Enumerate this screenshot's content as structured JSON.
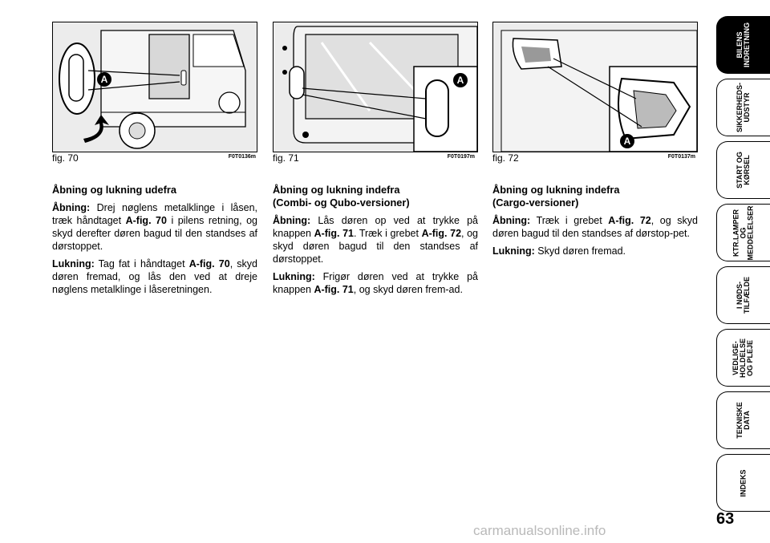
{
  "figures": [
    {
      "label": "fig. 70",
      "code": "F0T0136m",
      "marker": "A"
    },
    {
      "label": "fig. 71",
      "code": "F0T0197m",
      "marker": "A"
    },
    {
      "label": "fig. 72",
      "code": "F0T0137m",
      "marker": "A"
    }
  ],
  "col1": {
    "heading": "Åbning og lukning udefra",
    "p1_label": "Åbning:",
    "p1_a": " Drej nøglens metalklinge i låsen, træk håndtaget ",
    "p1_ref": "A-fig. 70",
    "p1_b": " i pilens retning, og skyd derefter døren bagud til den standses af dørstoppet.",
    "p2_label": "Lukning:",
    "p2_a": " Tag fat i håndtaget ",
    "p2_ref": "A-fig. 70",
    "p2_b": ", skyd døren fremad, og lås den ved at dreje nøglens metalklinge i låseretningen."
  },
  "col2": {
    "heading_1": "Åbning og lukning indefra",
    "heading_2": "(Combi- og Qubo-versioner)",
    "p1_label": "Åbning:",
    "p1_a": " Lås døren op ved at trykke på knappen ",
    "p1_ref1": "A-fig. 71",
    "p1_b": ". Træk i grebet ",
    "p1_ref2": "A-fig. 72",
    "p1_c": ", og skyd døren bagud til den standses af dørstoppet.",
    "p2_label": "Lukning:",
    "p2_a": " Frigør døren ved at trykke på knappen ",
    "p2_ref": "A-fig. 71",
    "p2_b": ", og skyd døren frem-ad."
  },
  "col3": {
    "heading_1": "Åbning og lukning indefra",
    "heading_2": "(Cargo-versioner)",
    "p1_label": "Åbning:",
    "p1_a": " Træk i grebet ",
    "p1_ref": "A-fig. 72",
    "p1_b": ", og skyd døren bagud til den standses af dørstop-pet.",
    "p2_label": "Lukning:",
    "p2_a": " Skyd døren fremad."
  },
  "tabs": [
    "BILENS\nINDRETNING",
    "SIKKERHEDS-\nUDSTYR",
    "START OG\nKØRSEL",
    "KTR.LAMPER\nOG\nMEDDELELSER",
    "I NØDS-\nTILFÆLDE",
    "VEDLIGE-\nHOLDELSE\nOG PLEJE",
    "TEKNISKE\nDATA",
    "INDEKS"
  ],
  "active_tab": 0,
  "page_number": "63",
  "watermark": "carmanualsonline.info"
}
